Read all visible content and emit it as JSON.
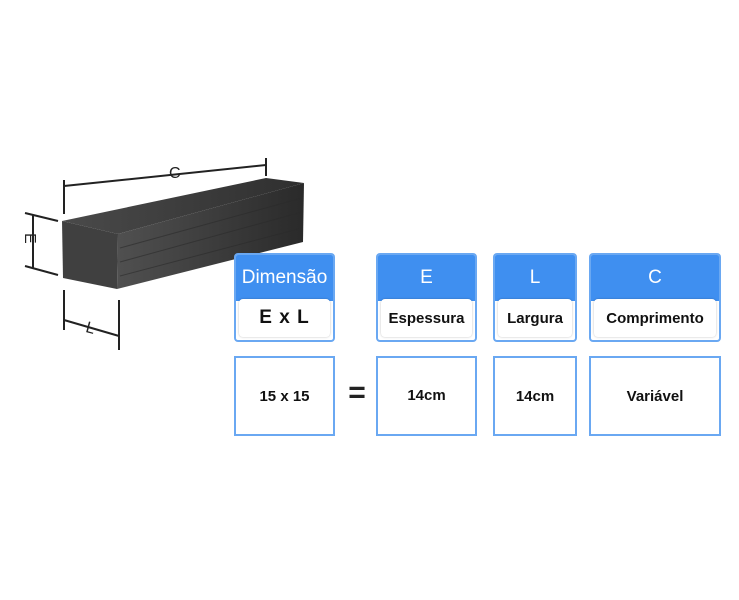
{
  "diagram": {
    "labels": {
      "length": "C",
      "thickness": "E",
      "width": "L"
    }
  },
  "table": {
    "headers": [
      {
        "key": "Dimensão",
        "label": "E x L"
      },
      {
        "key": "E",
        "label": "Espessura"
      },
      {
        "key": "L",
        "label": "Largura"
      },
      {
        "key": "C",
        "label": "Comprimento"
      }
    ],
    "equals_sign": "=",
    "values": [
      "15 x 15",
      "14cm",
      "14cm",
      "Variável"
    ]
  },
  "colors": {
    "header_blue": "#3f8ff0",
    "border_blue": "#6aa8f2",
    "beam_dark": "#3a3a3a"
  }
}
